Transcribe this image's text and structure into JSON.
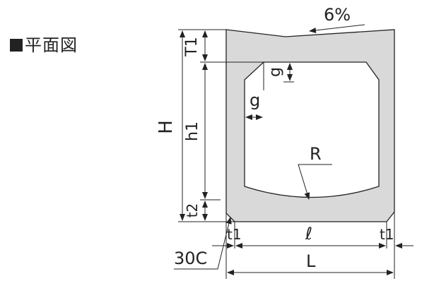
{
  "title": "平面図",
  "labels": {
    "slope": "6%",
    "H": "H",
    "T1": "T1",
    "h1": "h1",
    "t2": "t2",
    "g_top": "g",
    "g_left": "g",
    "R": "R",
    "t1_left": "t1",
    "ell": "ℓ",
    "t1_right": "t1",
    "chamfer": "30C",
    "L": "L"
  },
  "colors": {
    "line": "#222222",
    "fill": "#d9d9d9",
    "background": "#ffffff"
  }
}
